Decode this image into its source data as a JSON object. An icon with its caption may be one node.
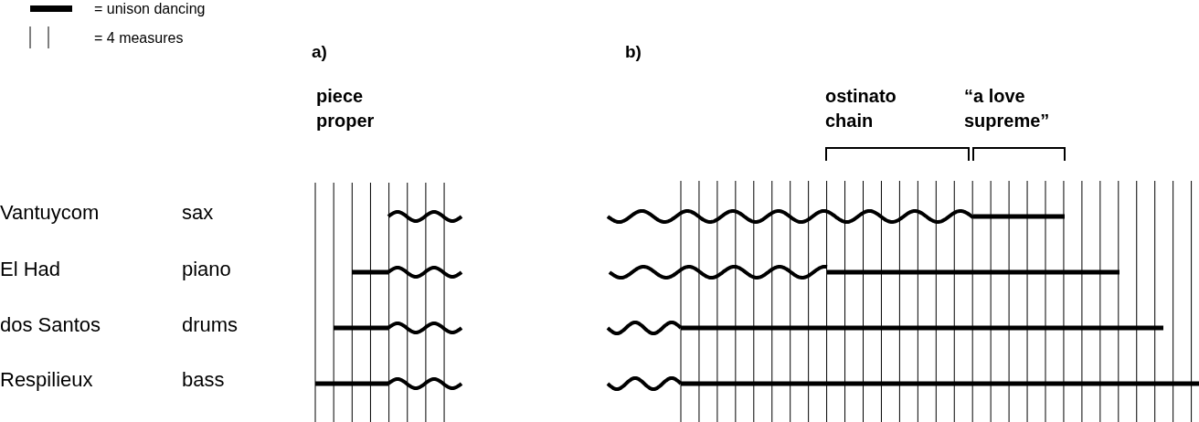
{
  "diagram": {
    "labels": [
      "a)",
      "b)",
      "piece proper",
      "ostinato chain",
      "“a love supreme”",
      "Vantuycom",
      "sax",
      "El Had",
      "piano",
      "dos Santos",
      "drums",
      "Respilieux",
      "bass"
    ],
    "legend": [
      {
        "text": "= unison dancing"
      },
      {
        "text": "= 4 measures"
      }
    ]
  }
}
